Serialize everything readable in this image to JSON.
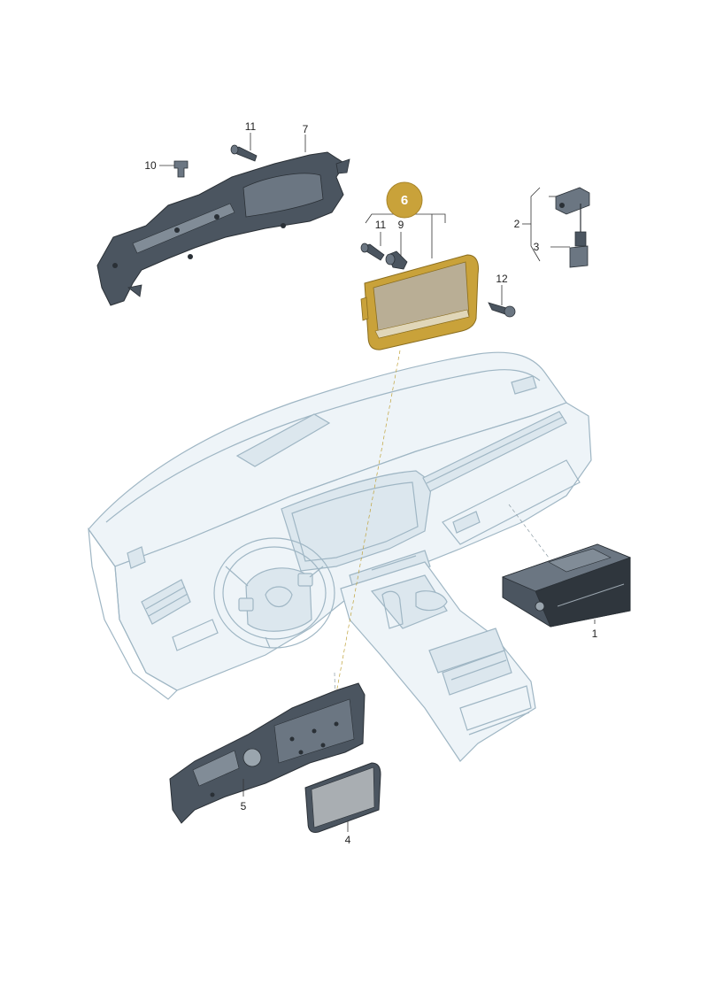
{
  "diagram": {
    "highlight_label": "6",
    "highlight_color": "#c9a23a",
    "part_color_dark": "#4b5560",
    "dashboard_outline_color": "#9fb6c4",
    "callouts": {
      "c1": "1",
      "c2": "2",
      "c3": "3",
      "c4": "4",
      "c5": "5",
      "c7": "7",
      "c9": "9",
      "c10": "10",
      "c11a": "11",
      "c11b": "11",
      "c12": "12"
    }
  }
}
